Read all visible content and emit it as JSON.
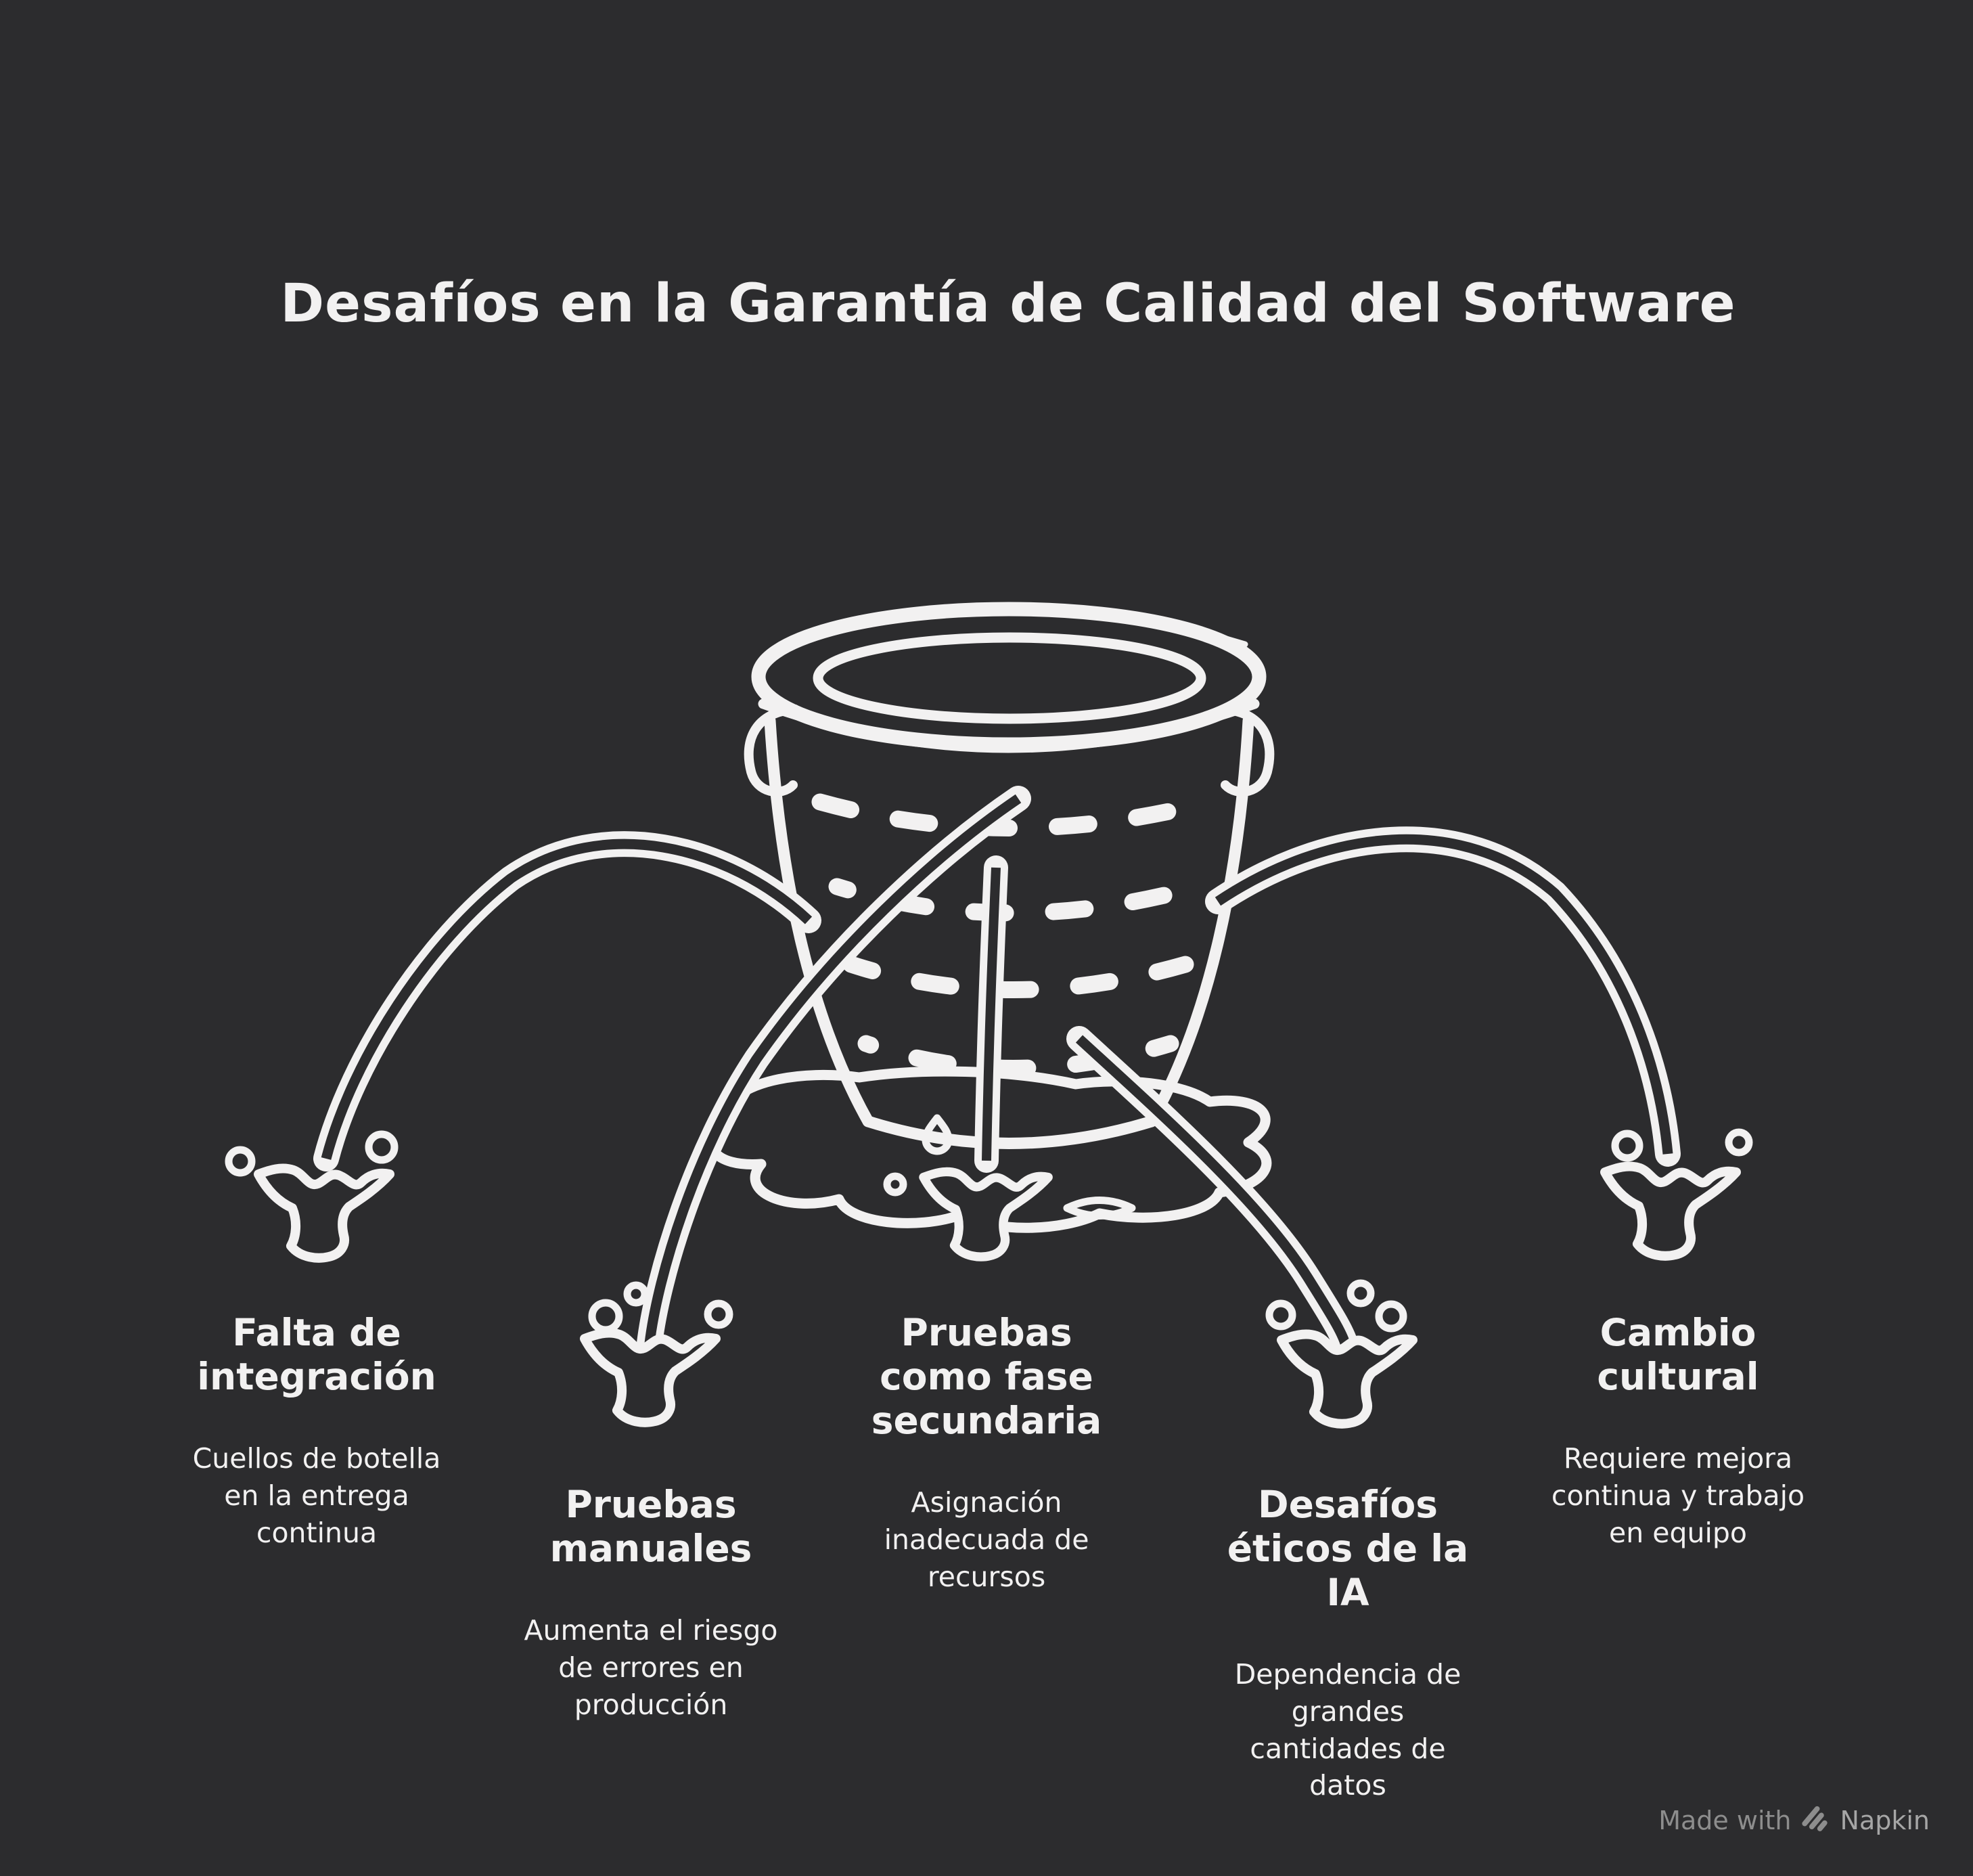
{
  "colors": {
    "background": "#2c2c2e",
    "ink": "#f2f1f1",
    "watermark_text": "#8d8d8d",
    "watermark_brand": "#a6a6a6"
  },
  "title": "Desafíos en la Garantía de Calidad del Software",
  "items": [
    {
      "label": "Falta de\nintegración",
      "description": "Cuellos de botella\nen la entrega\ncontinua"
    },
    {
      "label": "Pruebas\nmanuales",
      "description": "Aumenta el riesgo\nde errores en\nproducción"
    },
    {
      "label": "Pruebas\ncomo fase\nsecundaria",
      "description": "Asignación\ninadecuada de\nrecursos"
    },
    {
      "label": "Desafíos\néticos de la\nIA",
      "description": "Dependencia de\ngrandes\ncantidades de\ndatos"
    },
    {
      "label": "Cambio\ncultural",
      "description": "Requiere mejora\ncontinua y trabajo\nen equipo"
    }
  ],
  "watermark": {
    "made_with": "Made with",
    "brand": "Napkin"
  }
}
